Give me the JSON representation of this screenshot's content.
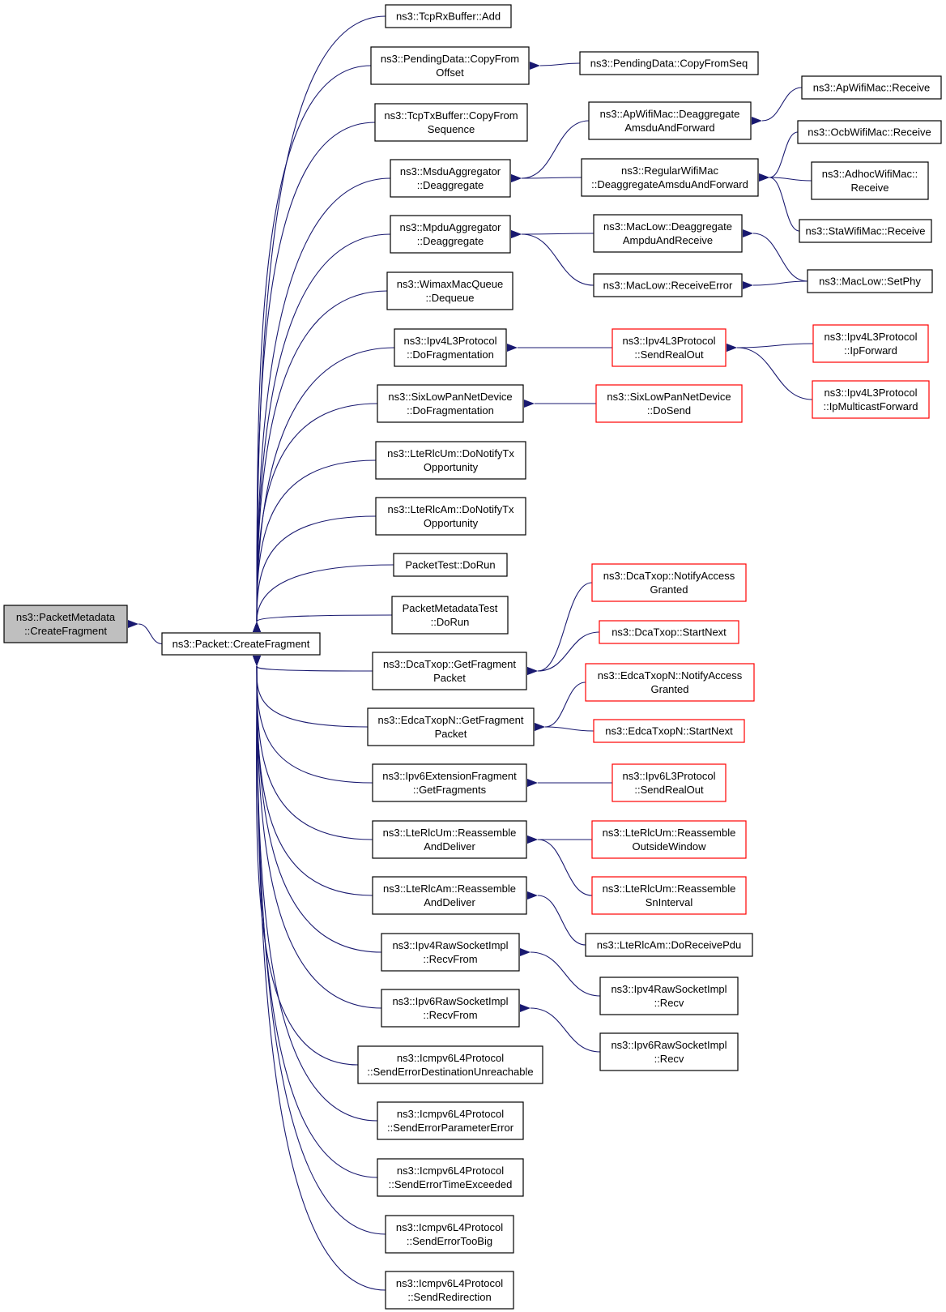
{
  "colors": {
    "edge": "#191970",
    "node_border": "#000000",
    "node_border_red": "#ff0000",
    "node_fill": "#ffffff",
    "root_fill": "#bfbfbf"
  },
  "nodes": [
    {
      "id": "root",
      "lines": [
        "ns3::PacketMetadata",
        "::CreateFragment"
      ],
      "style": "root"
    },
    {
      "id": "pkt",
      "lines": [
        "ns3::Packet::CreateFragment"
      ],
      "style": "normal"
    },
    {
      "id": "c1",
      "lines": [
        "ns3::TcpRxBuffer::Add"
      ],
      "style": "normal"
    },
    {
      "id": "c2",
      "lines": [
        "ns3::PendingData::CopyFrom",
        "Offset"
      ],
      "style": "normal"
    },
    {
      "id": "c3",
      "lines": [
        "ns3::TcpTxBuffer::CopyFrom",
        "Sequence"
      ],
      "style": "normal"
    },
    {
      "id": "c4",
      "lines": [
        "ns3::MsduAggregator",
        "::Deaggregate"
      ],
      "style": "normal"
    },
    {
      "id": "c5",
      "lines": [
        "ns3::MpduAggregator",
        "::Deaggregate"
      ],
      "style": "normal"
    },
    {
      "id": "c6",
      "lines": [
        "ns3::WimaxMacQueue",
        "::Dequeue"
      ],
      "style": "normal"
    },
    {
      "id": "c7",
      "lines": [
        "ns3::Ipv4L3Protocol",
        "::DoFragmentation"
      ],
      "style": "normal"
    },
    {
      "id": "c8",
      "lines": [
        "ns3::SixLowPanNetDevice",
        "::DoFragmentation"
      ],
      "style": "normal"
    },
    {
      "id": "c9",
      "lines": [
        "ns3::LteRlcUm::DoNotifyTx",
        "Opportunity"
      ],
      "style": "normal"
    },
    {
      "id": "c10",
      "lines": [
        "ns3::LteRlcAm::DoNotifyTx",
        "Opportunity"
      ],
      "style": "normal"
    },
    {
      "id": "c11",
      "lines": [
        "PacketTest::DoRun"
      ],
      "style": "normal"
    },
    {
      "id": "c12",
      "lines": [
        "PacketMetadataTest",
        "::DoRun"
      ],
      "style": "normal"
    },
    {
      "id": "c13",
      "lines": [
        "ns3::DcaTxop::GetFragment",
        "Packet"
      ],
      "style": "normal"
    },
    {
      "id": "c14",
      "lines": [
        "ns3::EdcaTxopN::GetFragment",
        "Packet"
      ],
      "style": "normal"
    },
    {
      "id": "c15",
      "lines": [
        "ns3::Ipv6ExtensionFragment",
        "::GetFragments"
      ],
      "style": "normal"
    },
    {
      "id": "c16",
      "lines": [
        "ns3::LteRlcUm::Reassemble",
        "AndDeliver"
      ],
      "style": "normal"
    },
    {
      "id": "c17",
      "lines": [
        "ns3::LteRlcAm::Reassemble",
        "AndDeliver"
      ],
      "style": "normal"
    },
    {
      "id": "c18",
      "lines": [
        "ns3::Ipv4RawSocketImpl",
        "::RecvFrom"
      ],
      "style": "normal"
    },
    {
      "id": "c19",
      "lines": [
        "ns3::Ipv6RawSocketImpl",
        "::RecvFrom"
      ],
      "style": "normal"
    },
    {
      "id": "c20",
      "lines": [
        "ns3::Icmpv6L4Protocol",
        "::SendErrorDestinationUnreachable"
      ],
      "style": "normal"
    },
    {
      "id": "c21",
      "lines": [
        "ns3::Icmpv6L4Protocol",
        "::SendErrorParameterError"
      ],
      "style": "normal"
    },
    {
      "id": "c22",
      "lines": [
        "ns3::Icmpv6L4Protocol",
        "::SendErrorTimeExceeded"
      ],
      "style": "normal"
    },
    {
      "id": "c23",
      "lines": [
        "ns3::Icmpv6L4Protocol",
        "::SendErrorTooBig"
      ],
      "style": "normal"
    },
    {
      "id": "c24",
      "lines": [
        "ns3::Icmpv6L4Protocol",
        "::SendRedirection"
      ],
      "style": "normal"
    },
    {
      "id": "d1",
      "lines": [
        "ns3::PendingData::CopyFromSeq"
      ],
      "style": "normal"
    },
    {
      "id": "d2",
      "lines": [
        "ns3::ApWifiMac::Deaggregate",
        "AmsduAndForward"
      ],
      "style": "normal"
    },
    {
      "id": "d3",
      "lines": [
        "ns3::RegularWifiMac",
        "::DeaggregateAmsduAndForward"
      ],
      "style": "normal"
    },
    {
      "id": "d4",
      "lines": [
        "ns3::MacLow::Deaggregate",
        "AmpduAndReceive"
      ],
      "style": "normal"
    },
    {
      "id": "d5",
      "lines": [
        "ns3::MacLow::ReceiveError"
      ],
      "style": "normal"
    },
    {
      "id": "d6",
      "lines": [
        "ns3::Ipv4L3Protocol",
        "::SendRealOut"
      ],
      "style": "red"
    },
    {
      "id": "d7",
      "lines": [
        "ns3::SixLowPanNetDevice",
        "::DoSend"
      ],
      "style": "red"
    },
    {
      "id": "d8",
      "lines": [
        "ns3::DcaTxop::NotifyAccess",
        "Granted"
      ],
      "style": "red"
    },
    {
      "id": "d9",
      "lines": [
        "ns3::DcaTxop::StartNext"
      ],
      "style": "red"
    },
    {
      "id": "d10",
      "lines": [
        "ns3::EdcaTxopN::NotifyAccess",
        "Granted"
      ],
      "style": "red"
    },
    {
      "id": "d11",
      "lines": [
        "ns3::EdcaTxopN::StartNext"
      ],
      "style": "red"
    },
    {
      "id": "d12",
      "lines": [
        "ns3::Ipv6L3Protocol",
        "::SendRealOut"
      ],
      "style": "red"
    },
    {
      "id": "d13",
      "lines": [
        "ns3::LteRlcUm::Reassemble",
        "OutsideWindow"
      ],
      "style": "red"
    },
    {
      "id": "d14",
      "lines": [
        "ns3::LteRlcUm::Reassemble",
        "SnInterval"
      ],
      "style": "red"
    },
    {
      "id": "d15",
      "lines": [
        "ns3::LteRlcAm::DoReceivePdu"
      ],
      "style": "normal"
    },
    {
      "id": "d16",
      "lines": [
        "ns3::Ipv4RawSocketImpl",
        "::Recv"
      ],
      "style": "normal"
    },
    {
      "id": "d17",
      "lines": [
        "ns3::Ipv6RawSocketImpl",
        "::Recv"
      ],
      "style": "normal"
    },
    {
      "id": "e1",
      "lines": [
        "ns3::ApWifiMac::Receive"
      ],
      "style": "normal"
    },
    {
      "id": "e2",
      "lines": [
        "ns3::OcbWifiMac::Receive"
      ],
      "style": "normal"
    },
    {
      "id": "e3",
      "lines": [
        "ns3::AdhocWifiMac::",
        "Receive"
      ],
      "style": "normal"
    },
    {
      "id": "e4",
      "lines": [
        "ns3::StaWifiMac::Receive"
      ],
      "style": "normal"
    },
    {
      "id": "e5",
      "lines": [
        "ns3::MacLow::SetPhy"
      ],
      "style": "normal"
    },
    {
      "id": "e6",
      "lines": [
        "ns3::Ipv4L3Protocol",
        "::IpForward"
      ],
      "style": "red"
    },
    {
      "id": "e7",
      "lines": [
        "ns3::Ipv4L3Protocol",
        "::IpMulticastForward"
      ],
      "style": "red"
    }
  ],
  "edges": [
    {
      "from": "pkt",
      "to": "root"
    },
    {
      "from": "c1",
      "to": "pkt"
    },
    {
      "from": "c2",
      "to": "pkt"
    },
    {
      "from": "c3",
      "to": "pkt"
    },
    {
      "from": "c4",
      "to": "pkt"
    },
    {
      "from": "c5",
      "to": "pkt"
    },
    {
      "from": "c6",
      "to": "pkt"
    },
    {
      "from": "c7",
      "to": "pkt"
    },
    {
      "from": "c8",
      "to": "pkt"
    },
    {
      "from": "c9",
      "to": "pkt"
    },
    {
      "from": "c10",
      "to": "pkt"
    },
    {
      "from": "c11",
      "to": "pkt"
    },
    {
      "from": "c12",
      "to": "pkt"
    },
    {
      "from": "c13",
      "to": "pkt"
    },
    {
      "from": "c14",
      "to": "pkt"
    },
    {
      "from": "c15",
      "to": "pkt"
    },
    {
      "from": "c16",
      "to": "pkt"
    },
    {
      "from": "c17",
      "to": "pkt"
    },
    {
      "from": "c18",
      "to": "pkt"
    },
    {
      "from": "c19",
      "to": "pkt"
    },
    {
      "from": "c20",
      "to": "pkt"
    },
    {
      "from": "c21",
      "to": "pkt"
    },
    {
      "from": "c22",
      "to": "pkt"
    },
    {
      "from": "c23",
      "to": "pkt"
    },
    {
      "from": "c24",
      "to": "pkt"
    },
    {
      "from": "d1",
      "to": "c2"
    },
    {
      "from": "d2",
      "to": "c4"
    },
    {
      "from": "d3",
      "to": "c4"
    },
    {
      "from": "d4",
      "to": "c5"
    },
    {
      "from": "d5",
      "to": "c5"
    },
    {
      "from": "d6",
      "to": "c7"
    },
    {
      "from": "d7",
      "to": "c8"
    },
    {
      "from": "d8",
      "to": "c13"
    },
    {
      "from": "d9",
      "to": "c13"
    },
    {
      "from": "d10",
      "to": "c14"
    },
    {
      "from": "d11",
      "to": "c14"
    },
    {
      "from": "d12",
      "to": "c15"
    },
    {
      "from": "d13",
      "to": "c16"
    },
    {
      "from": "d14",
      "to": "c16"
    },
    {
      "from": "d15",
      "to": "c17"
    },
    {
      "from": "d16",
      "to": "c18"
    },
    {
      "from": "d17",
      "to": "c19"
    },
    {
      "from": "e1",
      "to": "d2"
    },
    {
      "from": "e2",
      "to": "d3"
    },
    {
      "from": "e3",
      "to": "d3"
    },
    {
      "from": "e4",
      "to": "d3"
    },
    {
      "from": "e5",
      "to": "d4"
    },
    {
      "from": "e5",
      "to": "d5"
    },
    {
      "from": "e6",
      "to": "d6"
    },
    {
      "from": "e7",
      "to": "d6"
    }
  ]
}
